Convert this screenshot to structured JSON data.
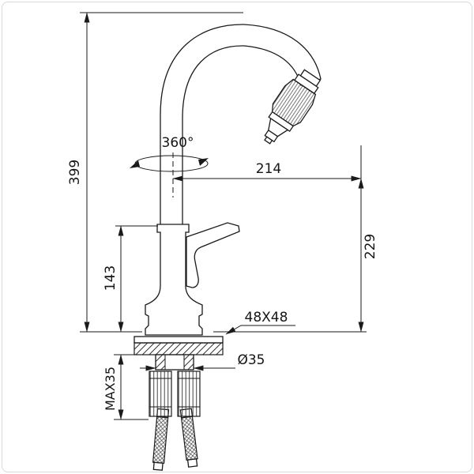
{
  "drawing": {
    "labels": {
      "total_height": "399",
      "rotation": "360°",
      "spout_reach": "214",
      "spout_height": "229",
      "body_height": "143",
      "base_size": "48X48",
      "hole_diameter": "Ø35",
      "max_mount_thickness": "MAX35"
    },
    "colors": {
      "line": "#1a1a1a",
      "background": "#ffffff",
      "border": "#d9d9d9"
    }
  }
}
